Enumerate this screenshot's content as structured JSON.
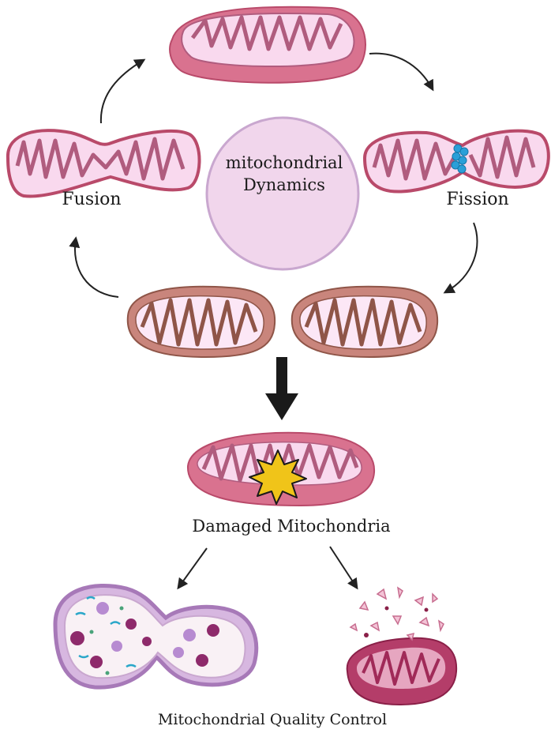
{
  "diagram": {
    "center": {
      "line1": "mitochondrial",
      "line2": "Dynamics"
    },
    "fusion_label": "Fusion",
    "fission_label": "Fission",
    "damaged_label": "Damaged Mitochondria",
    "quality_label": "Mitochondrial Quality Control"
  },
  "colors": {
    "healthy_outer": "#d9728f",
    "healthy_rim": "#b94a6a",
    "inner_fill": "#f9d9ee",
    "cristae_outline": "#b05c7e",
    "brown_outer": "#c9857c",
    "brown_rim": "#8f5548",
    "center_circle_fill": "#f1d6ec",
    "center_circle_stroke": "#c9a7cf",
    "damage_star": "#f0c419",
    "fission_protein": "#2a9fd8",
    "lysosome_membrane": "#a779b8",
    "degraded_fragment": "#c76d8f",
    "arrow": "#222222"
  },
  "icons": [
    "mitochondrion-icon",
    "fission-protein-icon",
    "damage-burst-icon",
    "autolysosome-icon",
    "degrading-mitochondrion-icon",
    "arrow-icon"
  ]
}
